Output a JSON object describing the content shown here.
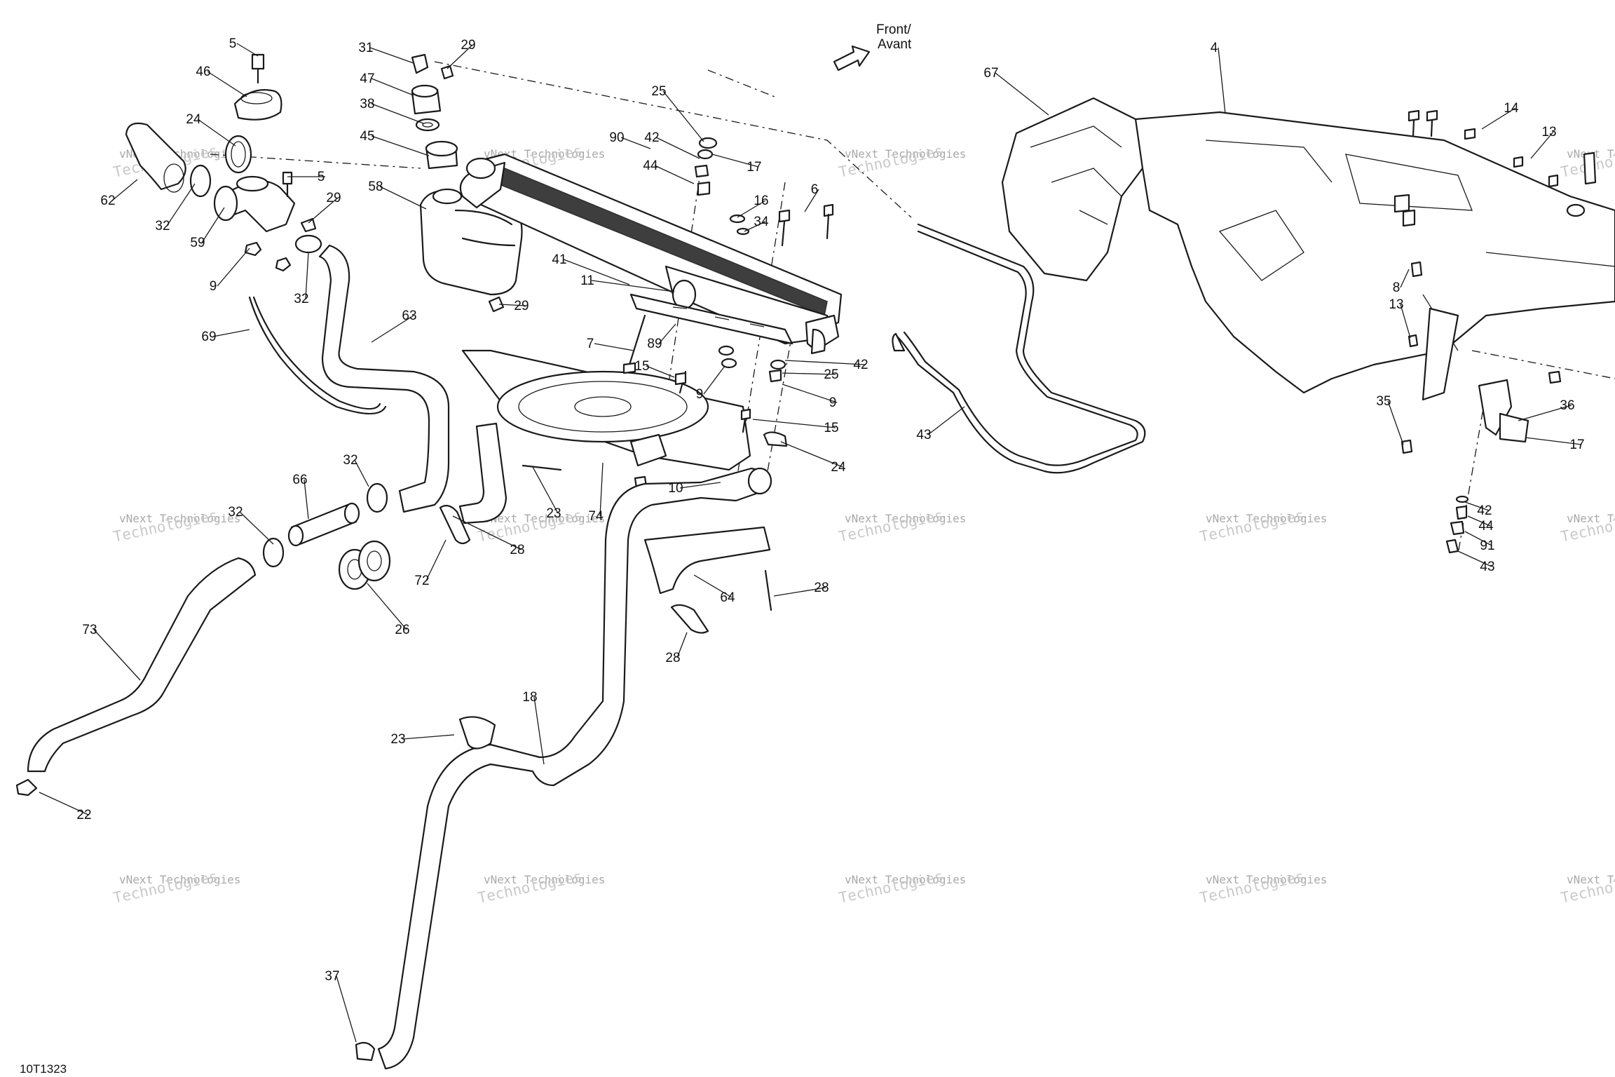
{
  "diagram": {
    "drawing_code": "10T1323",
    "direction_label_1": "Front/",
    "direction_label_2": "Avant",
    "watermark_small": "vNext Technologies",
    "watermark_large": "Technologies",
    "callouts": [
      "5",
      "46",
      "24",
      "62",
      "32",
      "59",
      "9",
      "5",
      "29",
      "32",
      "31",
      "29",
      "47",
      "38",
      "45",
      "58",
      "29",
      "69",
      "63",
      "25",
      "90",
      "42",
      "44",
      "17",
      "16",
      "34",
      "6",
      "41",
      "11",
      "7",
      "89",
      "15",
      "9",
      "42",
      "25",
      "9",
      "15",
      "24",
      "10",
      "74",
      "43",
      "23",
      "28",
      "32",
      "66",
      "32",
      "26",
      "64",
      "28",
      "28",
      "72",
      "73",
      "18",
      "23",
      "22",
      "37",
      "67",
      "4",
      "14",
      "13",
      "8",
      "13",
      "35",
      "36",
      "17",
      "42",
      "44",
      "91",
      "43"
    ]
  }
}
